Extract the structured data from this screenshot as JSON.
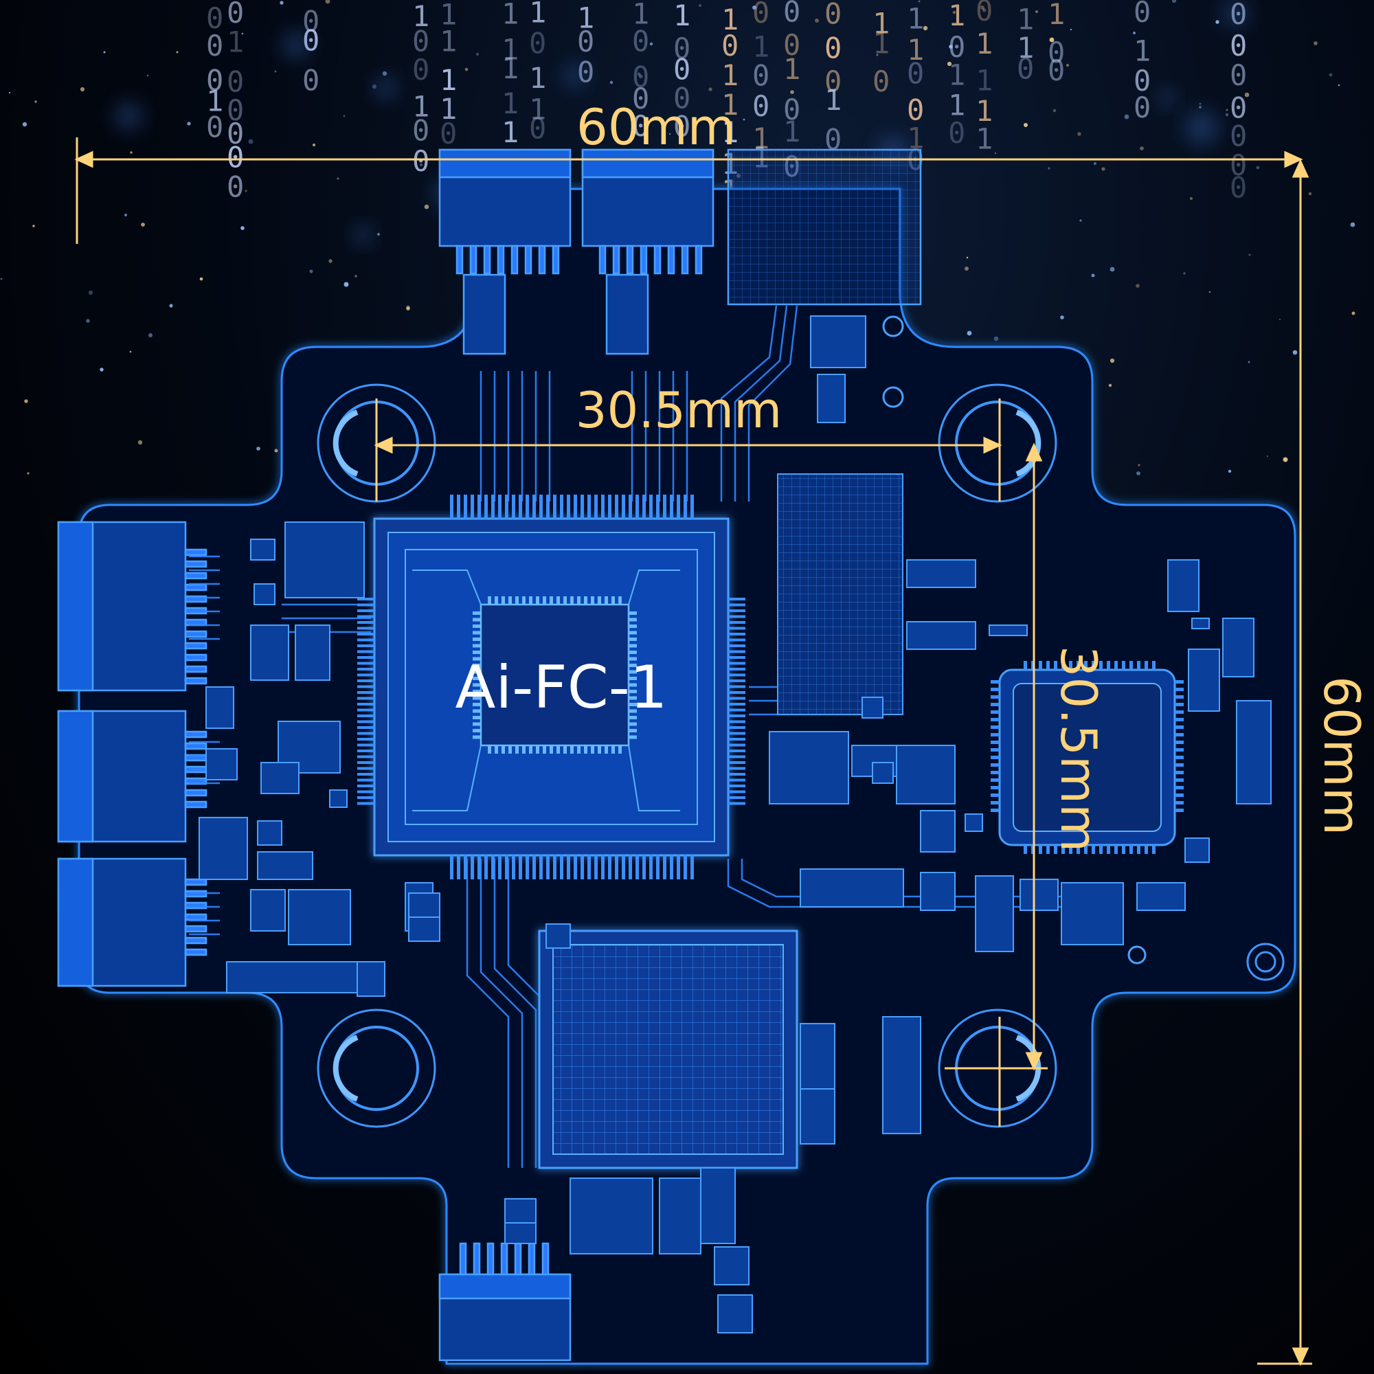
{
  "board": {
    "name": "Ai-FC-1",
    "colors": {
      "board_outline": "#2f8bff",
      "board_glow": "#1e6dff",
      "component_fill": "#0b3f9c",
      "dimension": "#ffd37a",
      "label": "#ffffff",
      "background": "#02060f"
    }
  },
  "dimensions": {
    "overall_width": "60mm",
    "overall_height": "60mm",
    "mount_width": "30.5mm",
    "mount_height": "30.5mm"
  },
  "background_rain": {
    "glyphs": [
      "0",
      "1"
    ]
  }
}
